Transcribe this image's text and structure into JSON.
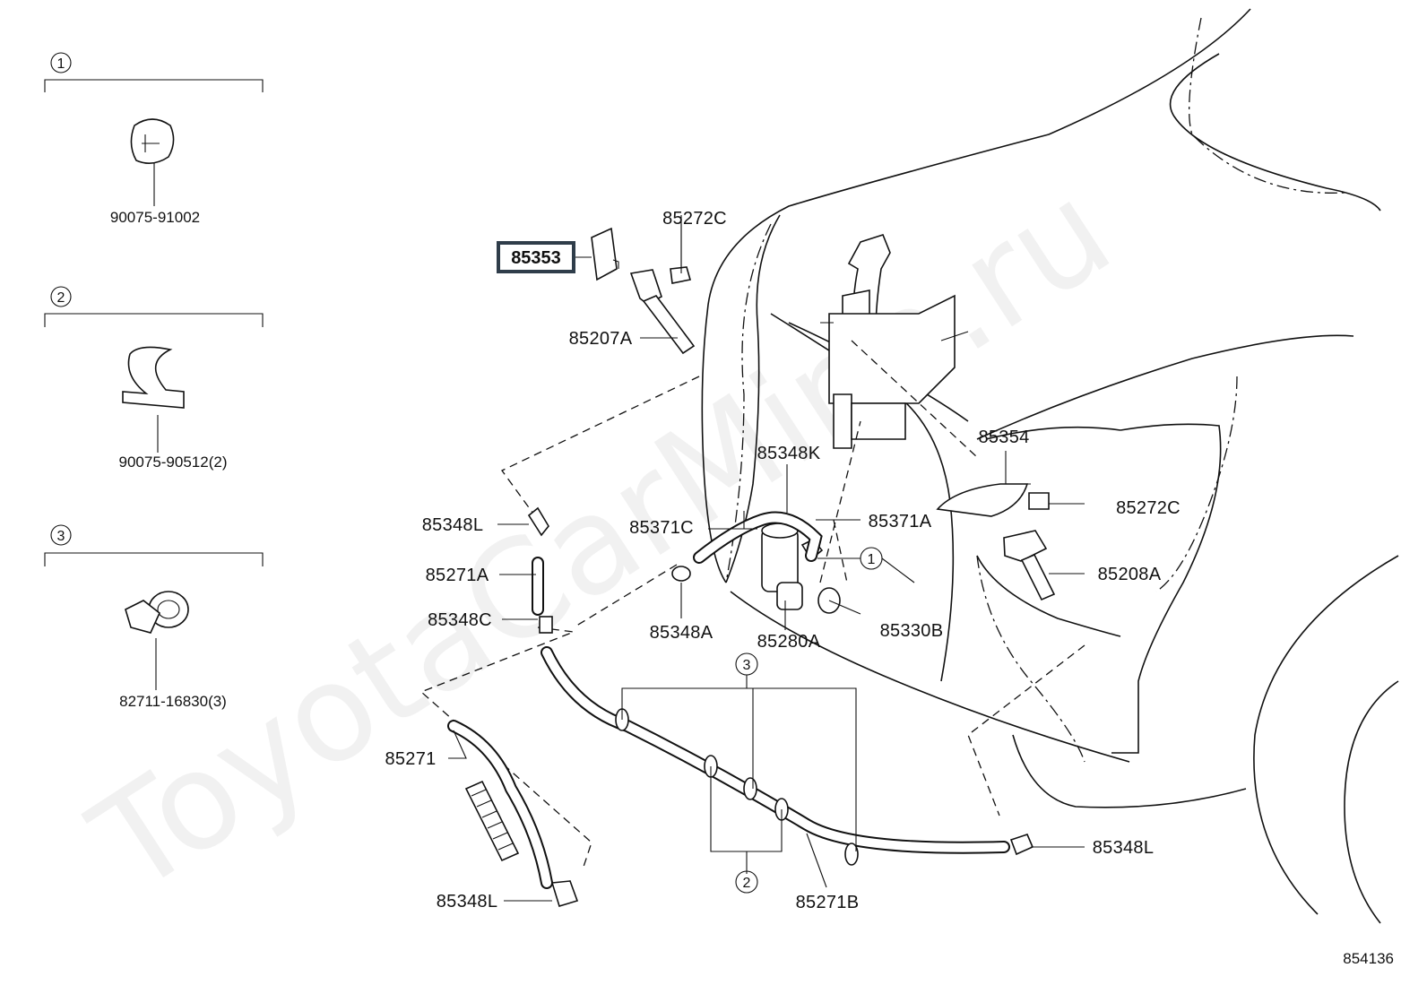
{
  "watermark": "ToyotaCarMine.ru",
  "diagram_id": "854136",
  "legend": [
    {
      "num": "1",
      "part": "90075-91002"
    },
    {
      "num": "2",
      "part": "90075-90512(2)"
    },
    {
      "num": "3",
      "part": "82711-16830(3)"
    }
  ],
  "labels": {
    "p85353": "85353",
    "p85272C_top": "85272C",
    "p85207A": "85207A",
    "p85354": "85354",
    "p85348K": "85348K",
    "p85272C_right": "85272C",
    "p85371A": "85371A",
    "p85371C": "85371C",
    "p85348L_upper": "85348L",
    "p85208A": "85208A",
    "p85271A": "85271A",
    "p85348C": "85348C",
    "p85348A": "85348A",
    "p85280A": "85280A",
    "p85330B": "85330B",
    "p85271": "85271",
    "p85348L_lower": "85348L",
    "p85271B": "85271B",
    "p85348L_right": "85348L"
  },
  "callouts": {
    "one": "1",
    "two": "2",
    "three": "3"
  },
  "colors": {
    "highlight_box": "#2f3d4a",
    "line": "#111111"
  }
}
